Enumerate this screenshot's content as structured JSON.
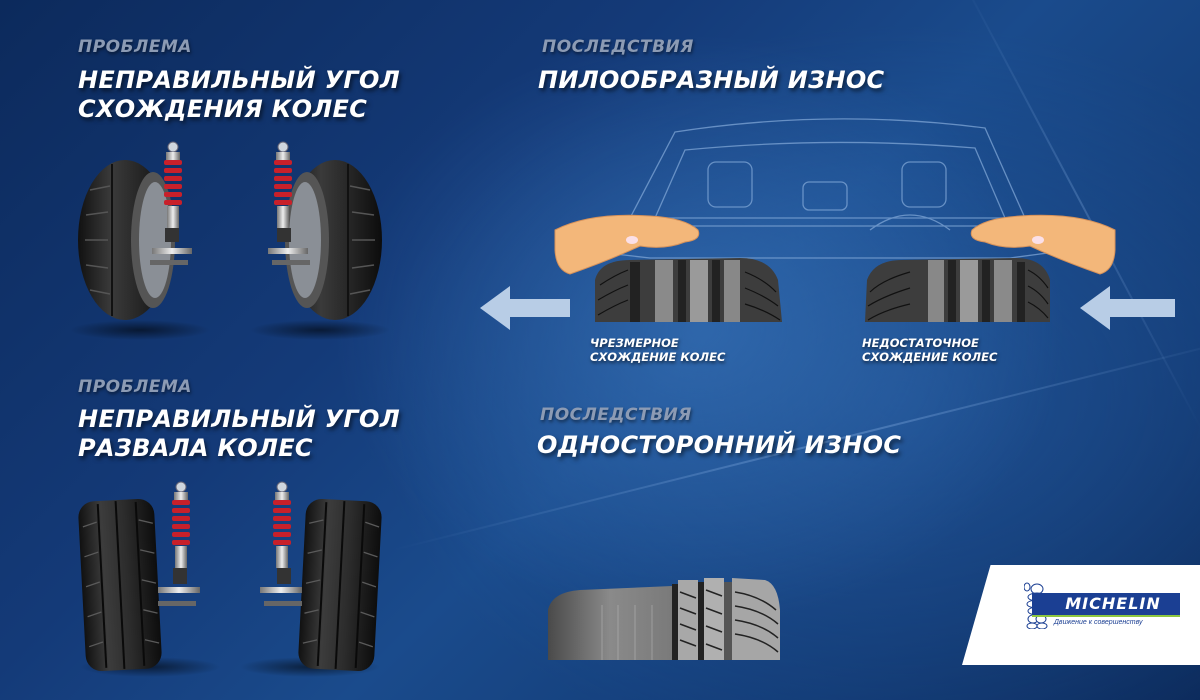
{
  "colors": {
    "background_dark": "#0c2a5c",
    "background_mid": "#1a4b8c",
    "eyebrow_text": "#8c9bb4",
    "headline_text": "#ffffff",
    "arrow": "#b8cde6",
    "spring_red": "#c8202a",
    "michelin_blue": "#1b3f93",
    "michelin_green": "#8dc63f"
  },
  "sections": {
    "toe_problem": {
      "eyebrow": "Проблема",
      "title_line1": "Неправильный угол",
      "title_line2": "схождения колес"
    },
    "toe_consequence": {
      "eyebrow": "Последствия",
      "title": "Пилообразный износ",
      "left_caption_line1": "Чрезмерное",
      "left_caption_line2": "схождение колес",
      "right_caption_line1": "Недостаточное",
      "right_caption_line2": "схождение колес"
    },
    "camber_problem": {
      "eyebrow": "Проблема",
      "title_line1": "Неправильный угол",
      "title_line2": "развала колес"
    },
    "camber_consequence": {
      "eyebrow": "Последствия",
      "title": "Односторонний износ"
    }
  },
  "icons": {
    "left_arrow": "arrow-left-icon",
    "right_arrow_pointing_left": "arrow-left-icon",
    "hand": "hand-icon",
    "tire": "tire-icon",
    "shock_absorber": "shock-absorber-icon",
    "car_outline": "car-outline-icon",
    "bibendum": "michelin-man-icon"
  },
  "brand": {
    "name": "MICHELIN",
    "tagline": "Движение к совершенству"
  }
}
